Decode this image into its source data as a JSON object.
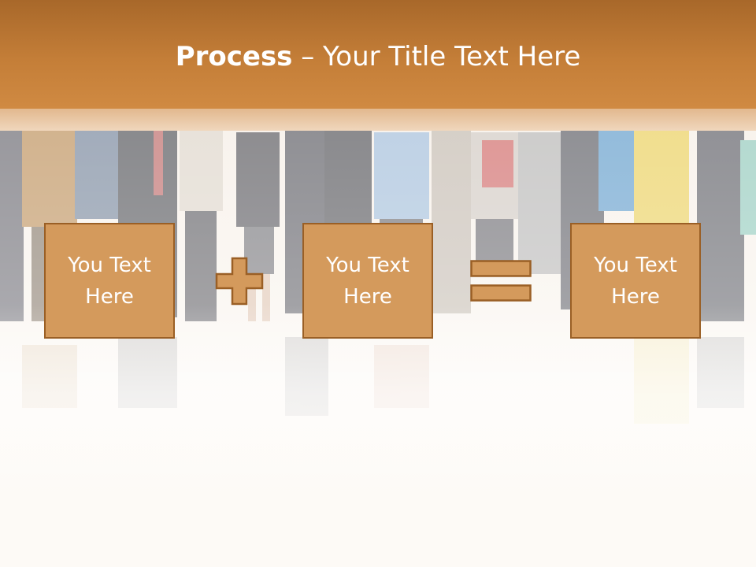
{
  "title": {
    "bold": "Process",
    "rest": " – Your Title Text Here"
  },
  "boxes": [
    {
      "label": "You Text\nHere"
    },
    {
      "label": "You Text\nHere"
    },
    {
      "label": "You Text\nHere"
    }
  ],
  "operators": [
    "plus-icon",
    "equals-icon"
  ],
  "colors": {
    "title_band": "#c47e38",
    "box_fill": "#d49a5c",
    "box_border": "#9a5f25",
    "text": "#ffffff"
  }
}
